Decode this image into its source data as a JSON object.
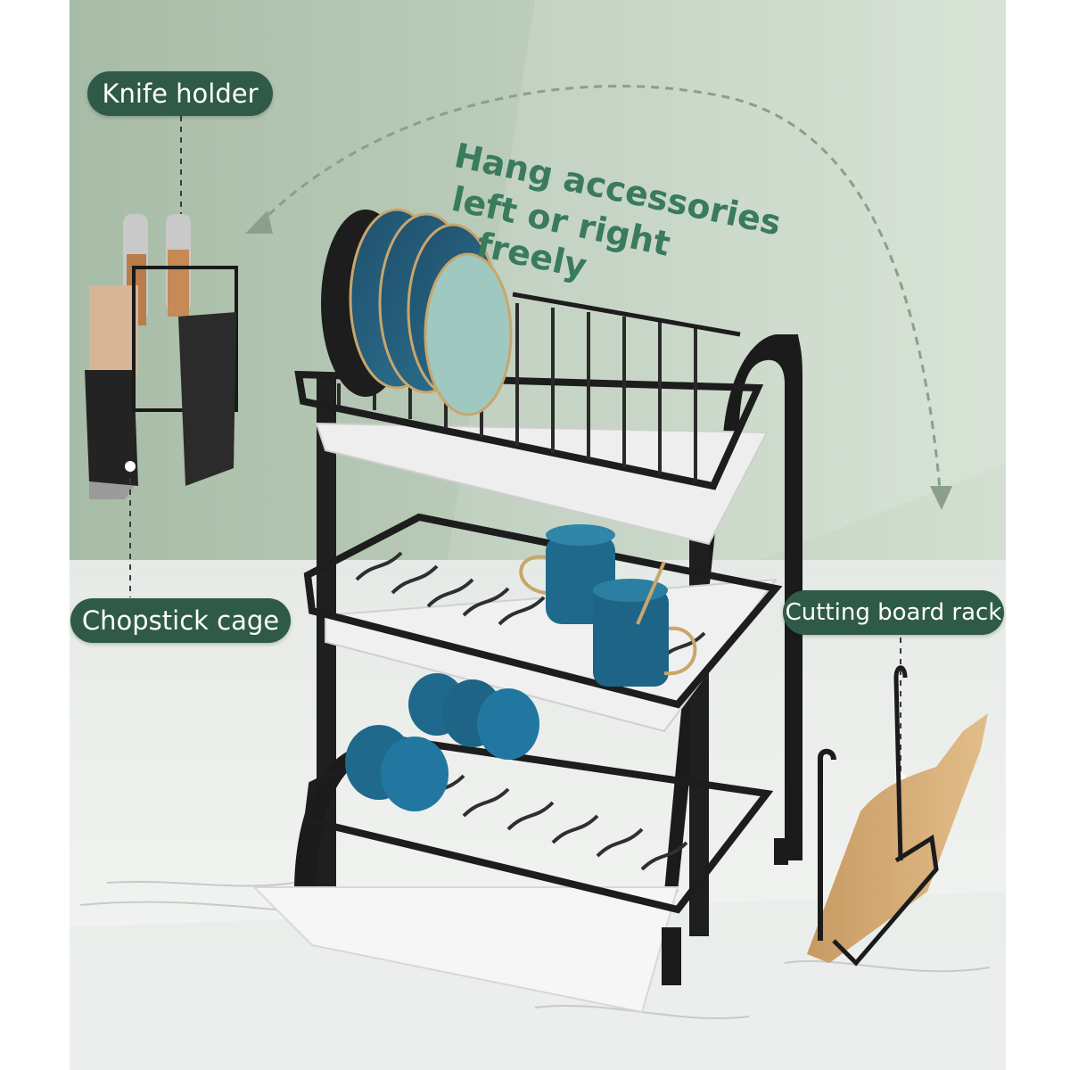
{
  "labels": {
    "knife_holder": "Knife holder",
    "chopstick_cage": "Chopstick cage",
    "cutting_board_rack": "Cutting board rack"
  },
  "headline": {
    "line1": "Hang accessories",
    "line2": "left or right freely"
  },
  "colors": {
    "label_background": "#2f5a47",
    "label_text": "#ffffff",
    "headline_text": "#3a7a5d",
    "wall": "#b9cbb8",
    "countertop": "#eef0ee",
    "rack_frame": "#1c1c1c",
    "tray": "#f4f4f4",
    "dishware": "#1e6a8c"
  },
  "icons": {
    "curved_arrow": "curved-dashed-arrow-icon"
  }
}
